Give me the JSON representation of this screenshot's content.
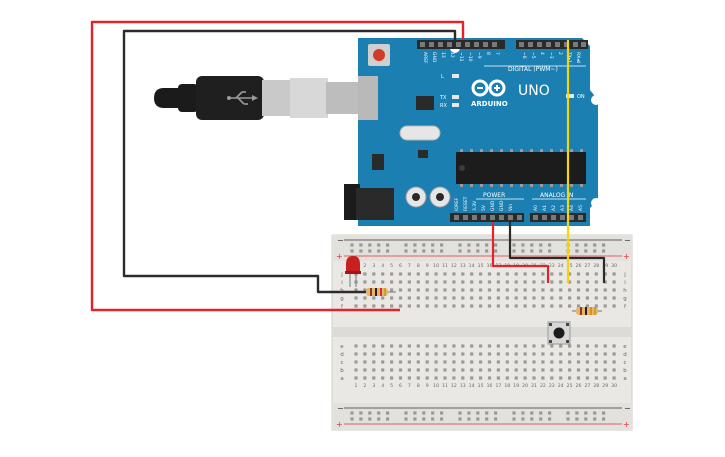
{
  "arduino": {
    "brand": "ARDUINO",
    "model": "UNO",
    "digital_header_label": "DIGITAL (PWM~)",
    "analog_header_label": "ANALOG IN",
    "power_header_label": "POWER",
    "on_label": "ON",
    "tx_label": "TX",
    "rx_label": "RX",
    "l_label": "L",
    "digital_pin_labels": [
      "AREF",
      "GND",
      "13",
      "12",
      "~11",
      "~10",
      "~9",
      "8",
      "7",
      "~6",
      "~5",
      "4",
      "~3",
      "2",
      "TX▸1",
      "RX◂0"
    ],
    "power_pin_labels": [
      "IOREF",
      "RESET",
      "3.3V",
      "5V",
      "GND",
      "GND",
      "Vin"
    ],
    "analog_pin_labels": [
      "A0",
      "A1",
      "A2",
      "A3",
      "A4",
      "A5"
    ]
  },
  "breadboard": {
    "column_numbers": [
      "1",
      "2",
      "3",
      "4",
      "5",
      "6",
      "7",
      "8",
      "9",
      "10",
      "11",
      "12",
      "13",
      "14",
      "15",
      "16",
      "17",
      "18",
      "19",
      "20",
      "21",
      "22",
      "23",
      "24",
      "25",
      "26",
      "27",
      "28",
      "29",
      "30"
    ],
    "row_letters_top": [
      "j",
      "i",
      "h",
      "g",
      "f"
    ],
    "row_letters_bottom": [
      "e",
      "d",
      "c",
      "b",
      "a"
    ],
    "rail_minus": "−",
    "rail_plus": "+"
  },
  "colors": {
    "wire_red": "#e3232a",
    "wire_black": "#2b2b2b",
    "wire_yellow": "#f5d60a",
    "board": "#1b7fb1",
    "breadboard": "#e9e8e4",
    "led": "#c8201e"
  }
}
